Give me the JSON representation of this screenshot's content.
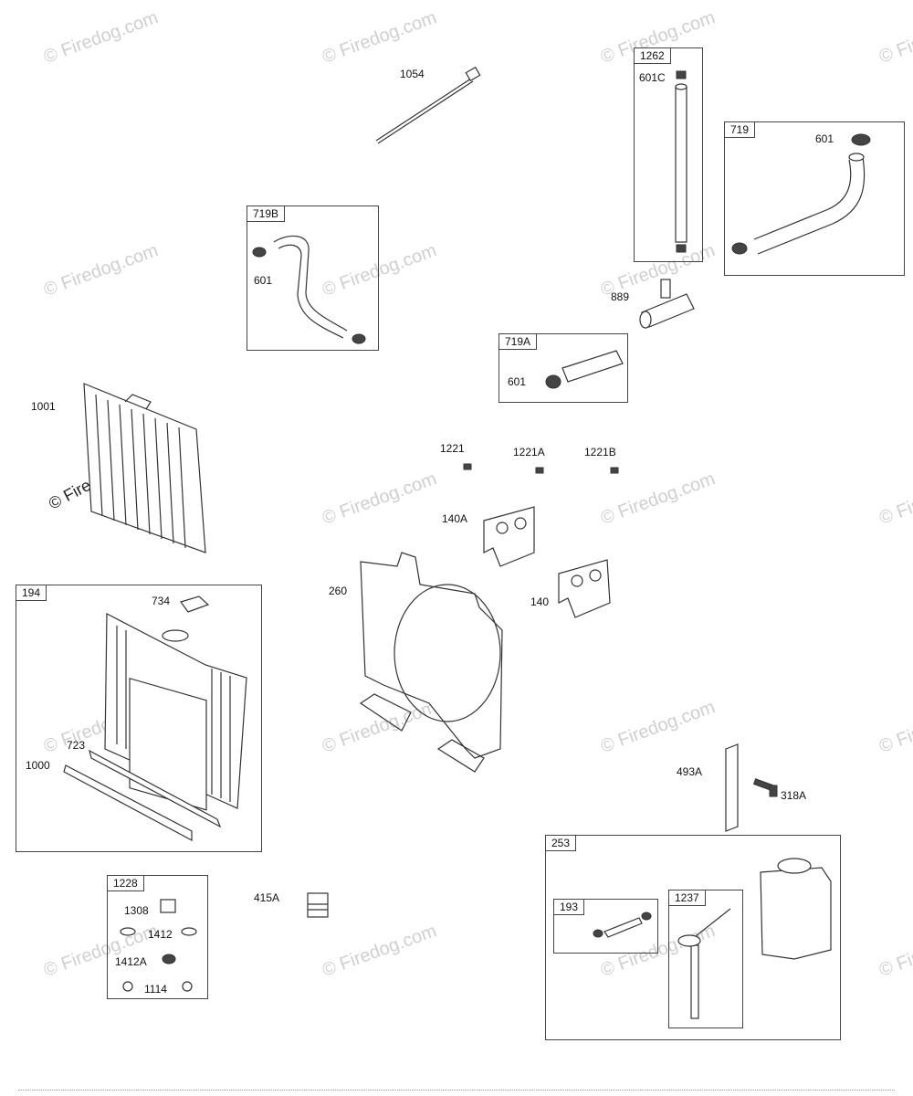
{
  "watermark": {
    "text": "© Firedog.com",
    "positions": []
  },
  "boxes": [
    {
      "id": "box-719B",
      "label": "719B"
    },
    {
      "id": "box-1262",
      "label": "1262"
    },
    {
      "id": "box-719",
      "label": "719"
    },
    {
      "id": "box-719A",
      "label": "719A"
    },
    {
      "id": "box-194",
      "label": "194"
    },
    {
      "id": "box-1228",
      "label": "1228"
    },
    {
      "id": "box-253",
      "label": "253"
    },
    {
      "id": "box-193",
      "label": "193"
    },
    {
      "id": "box-1237",
      "label": "1237"
    }
  ],
  "labels": {
    "l1054": "1054",
    "l601C": "601C",
    "l601_719": "601",
    "l601_719B": "601",
    "l889": "889",
    "l601_719A": "601",
    "l1001": "1001",
    "l1221": "1221",
    "l1221A": "1221A",
    "l1221B": "1221B",
    "l140A": "140A",
    "l140": "140",
    "l260": "260",
    "l734": "734",
    "l723": "723",
    "l1000": "1000",
    "l493A": "493A",
    "l318A": "318A",
    "l1308": "1308",
    "l1412": "1412",
    "l1412A": "1412A",
    "l1114": "1114",
    "l415A": "415A"
  }
}
